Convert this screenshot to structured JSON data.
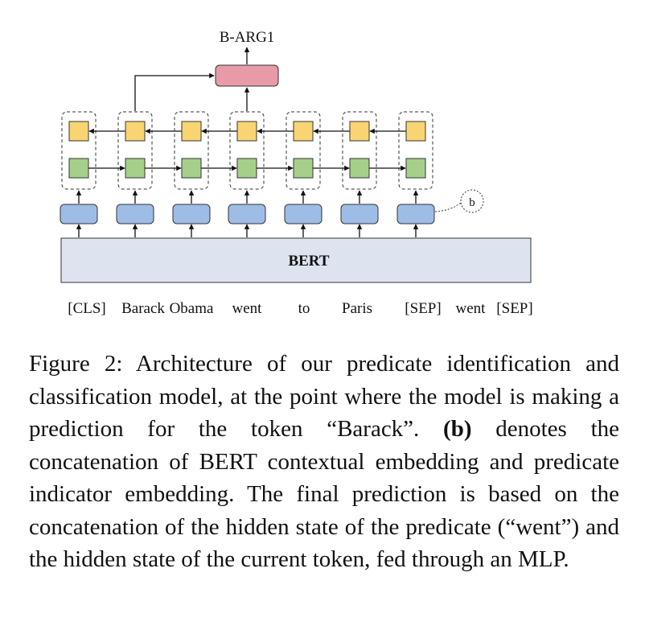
{
  "diagram": {
    "output_label": "B-ARG1",
    "bert_label": "BERT",
    "concat_marker": "b",
    "tokens": [
      "[CLS]",
      "Barack",
      "Obama",
      "went",
      "to",
      "Paris",
      "[SEP]",
      "went",
      "[SEP]"
    ],
    "colors": {
      "bert_fill": "#dde4f0",
      "embed_fill": "#9ebde6",
      "forward_fill": "#a6d08a",
      "backward_fill": "#f8d572",
      "mlp_fill": "#e89aa8"
    }
  },
  "caption": {
    "part1": "Figure 2: Architecture of our predicate identification and classification model, at the point where the model is making a prediction for the token “Barack”. ",
    "bold": "(b)",
    "part2": " denotes the concatenation of BERT contextual embedding and predicate indicator embedding. The final prediction is based on the concatenation of the hidden state of the predicate (“went”) and the hidden state of the current token, fed through an MLP."
  }
}
